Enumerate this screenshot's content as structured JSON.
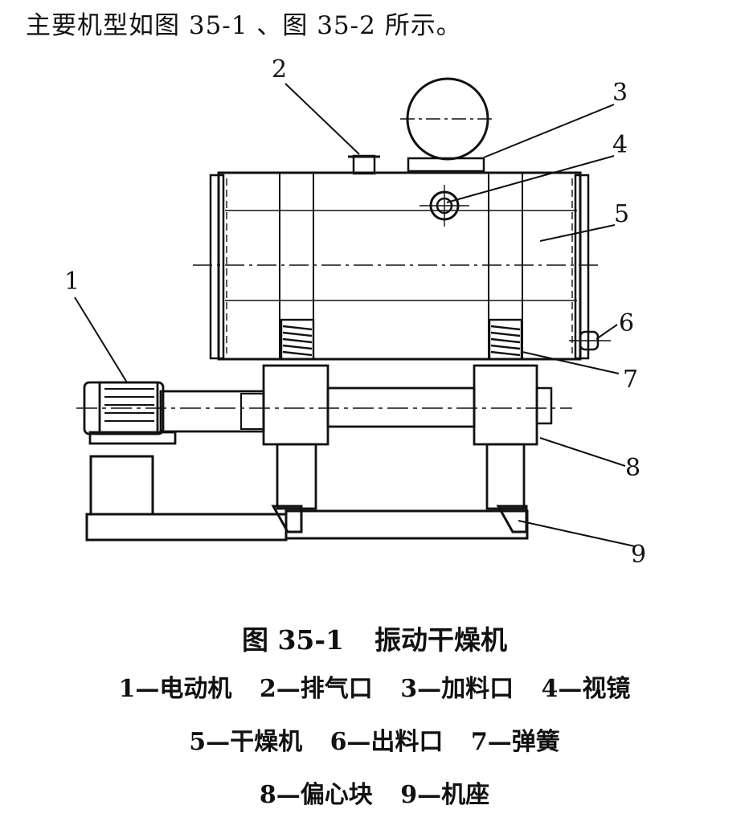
{
  "intro_text": "主要机型如图 35-1 、图 35-2 所示。",
  "figure": {
    "callouts": [
      "1",
      "2",
      "3",
      "4",
      "5",
      "6",
      "7",
      "8",
      "9"
    ]
  },
  "caption": {
    "number": "图 35-1",
    "title": "振动干燥机"
  },
  "legend": [
    [
      "1—电动机",
      "2—排气口",
      "3—加料口",
      "4—视镜"
    ],
    [
      "5—干燥机",
      "6—出料口",
      "7—弹簧"
    ],
    [
      "8—偏心块",
      "9—机座"
    ]
  ]
}
